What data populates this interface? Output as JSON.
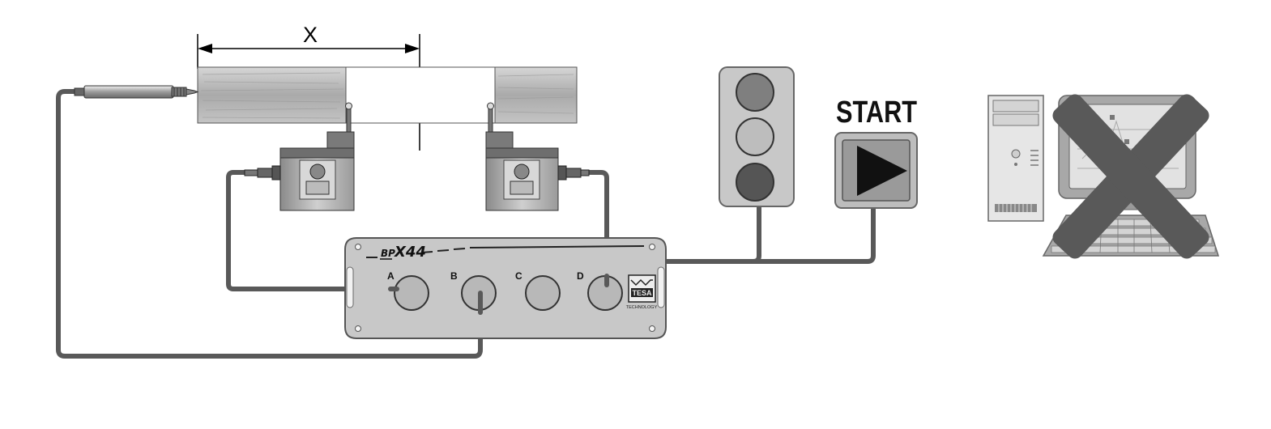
{
  "dimension": {
    "label": "X"
  },
  "start": {
    "label": "START"
  },
  "unit": {
    "model_prefix": "BP",
    "model_main": "X44",
    "ports": [
      {
        "label": "A"
      },
      {
        "label": "B"
      },
      {
        "label": "C"
      },
      {
        "label": "D"
      }
    ],
    "logo_text": "TESA",
    "logo_sub": "TECHNOLOGY"
  },
  "colors": {
    "cable": "#595959",
    "panel": "#c8c8c8",
    "light_top": "#7f7f7f",
    "light_mid": "#bdbdbd",
    "light_bottom": "#555555",
    "cross": "#595959"
  }
}
